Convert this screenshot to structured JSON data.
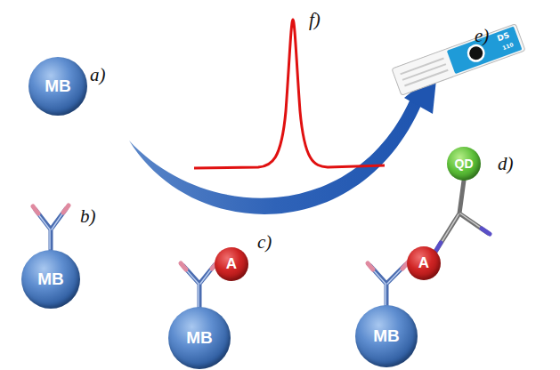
{
  "diagram": {
    "nodes": [
      {
        "text": [
          "MB"
        ]
      },
      {
        "text": [
          "MB"
        ]
      },
      {
        "text": [
          "A"
        ]
      },
      {
        "text": [
          "MB"
        ]
      },
      {
        "text": [
          "QD"
        ]
      },
      {
        "text": [
          "A"
        ]
      },
      {
        "text": [
          "MB"
        ]
      }
    ],
    "labels": [
      "f)",
      "e)",
      "a)",
      "b)",
      "c)",
      "d)",
      "DS",
      "110"
    ]
  }
}
